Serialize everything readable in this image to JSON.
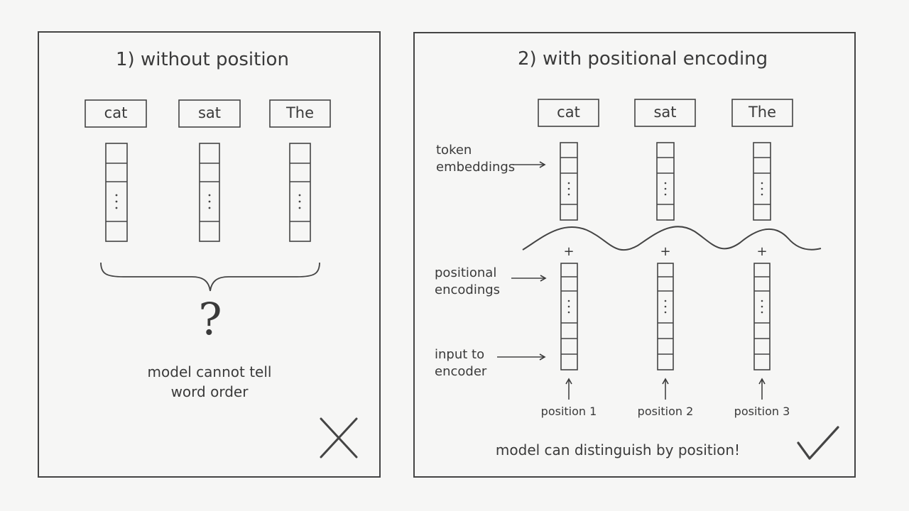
{
  "panel_left": {
    "title": "1) without position",
    "tokens": [
      "cat",
      "sat",
      "The"
    ],
    "question": "?",
    "note_line1": "model cannot tell",
    "note_line2": "word order",
    "verdict_icon": "cross-icon"
  },
  "panel_right": {
    "title": "2) with positional encoding",
    "tokens": [
      "cat",
      "sat",
      "The"
    ],
    "label_token_line1": "token",
    "label_token_line2": "embeddings",
    "label_pos_line1": "positional",
    "label_pos_line2": "encodings",
    "label_input_line1": "input to",
    "label_input_line2": "encoder",
    "plus": "+",
    "positions": [
      "position 1",
      "position 2",
      "position 3"
    ],
    "note": "model can distinguish by position!",
    "verdict_icon": "check-icon"
  },
  "colors": {
    "background": "#f6f6f5",
    "ink": "#3a3a3a"
  }
}
